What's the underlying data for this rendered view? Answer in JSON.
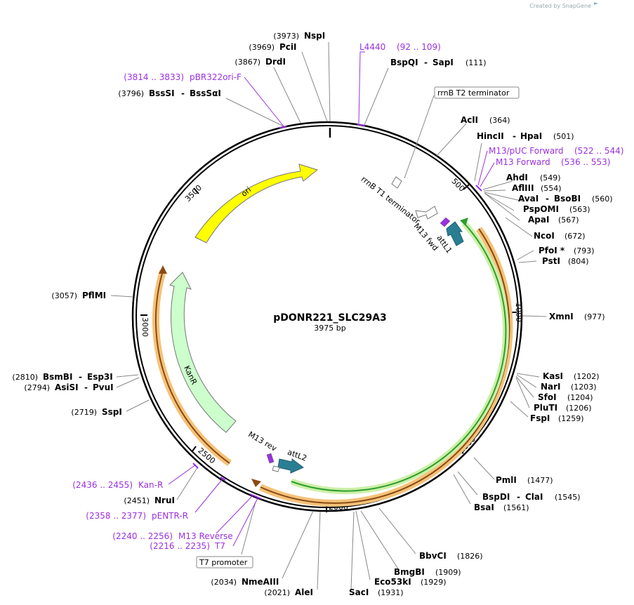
{
  "credit": "Created by SnapGene",
  "plasmid": {
    "name": "pDONR221_SLC29A3",
    "length_label": "3975 bp"
  },
  "ticks": [
    "500",
    "1000",
    "1500",
    "2000",
    "2500",
    "3000",
    "3500"
  ],
  "sites": [
    {
      "pos": "(3973)",
      "name": "NspI"
    },
    {
      "pos": "(3969)",
      "name": "PciI"
    },
    {
      "pos": "(3867)",
      "name": "DrdI"
    },
    {
      "pos": "(3796)",
      "name": "BssSI",
      "name2": "BssSαI"
    },
    {
      "name": "BspQI",
      "name2": "SapI",
      "pos": "(111)"
    },
    {
      "name": "AclI",
      "pos": "(364)"
    },
    {
      "name": "HincII",
      "name2": "HpaI",
      "pos": "(501)"
    },
    {
      "name": "AhdI",
      "pos": "(549)"
    },
    {
      "name": "AflIII",
      "pos": "(554)"
    },
    {
      "name": "AvaI",
      "name2": "BsoBI",
      "pos": "(560)"
    },
    {
      "name": "PspOMI",
      "pos": "(563)"
    },
    {
      "name": "ApaI",
      "pos": "(567)"
    },
    {
      "name": "NcoI",
      "pos": "(672)"
    },
    {
      "name": "PfoI *",
      "pos": "(793)"
    },
    {
      "name": "PstI",
      "pos": "(804)"
    },
    {
      "name": "XmnI",
      "pos": "(977)"
    },
    {
      "name": "KasI",
      "pos": "(1202)"
    },
    {
      "name": "NarI",
      "pos": "(1203)"
    },
    {
      "name": "SfoI",
      "pos": "(1204)"
    },
    {
      "name": "PluTI",
      "pos": "(1206)"
    },
    {
      "name": "FspI",
      "pos": "(1259)"
    },
    {
      "name": "PmlI",
      "pos": "(1477)"
    },
    {
      "name": "BspDI",
      "name2": "ClaI",
      "pos": "(1545)"
    },
    {
      "name": "BsaI",
      "pos": "(1561)"
    },
    {
      "name": "BbvCI",
      "pos": "(1826)"
    },
    {
      "name": "BmgBI",
      "pos": "(1909)"
    },
    {
      "name": "Eco53kI",
      "pos": "(1929)"
    },
    {
      "name": "SacI",
      "pos": "(1931)"
    },
    {
      "pos": "(2021)",
      "name": "AleI"
    },
    {
      "pos": "(2034)",
      "name": "NmeAIII"
    },
    {
      "pos": "(2451)",
      "name": "NruI"
    },
    {
      "pos": "(2719)",
      "name": "SspI"
    },
    {
      "pos": "(2794)",
      "name": "AsiSI",
      "name2": "PvuI"
    },
    {
      "pos": "(2810)",
      "name": "BsmBI",
      "name2": "Esp3I"
    },
    {
      "pos": "(3057)",
      "name": "PflMI"
    }
  ],
  "primers": [
    {
      "name": "L4440",
      "range": "(92 .. 109)"
    },
    {
      "name": "pBR322ori-F",
      "range": "(3814 .. 3833)"
    },
    {
      "name": "M13/pUC Forward",
      "range": "(522 .. 544)"
    },
    {
      "name": "M13 Forward",
      "range": "(536 .. 553)"
    },
    {
      "name": "Kan-R",
      "range": "(2436 .. 2455)"
    },
    {
      "name": "pENTR-R",
      "range": "(2358 .. 2377)"
    },
    {
      "name": "M13 Reverse",
      "range": "(2240 .. 2256)"
    },
    {
      "name": "T7",
      "range": "(2216 .. 2235)"
    }
  ],
  "boxed_labels": [
    "rrnB T2 terminator",
    "T7 promoter"
  ],
  "features": {
    "ori": "ori",
    "kanr": "KanR",
    "rrnb_t1": "rrnB T1 terminator",
    "m13_fwd": "M13 fwd",
    "attl1": "attL1",
    "m13_rev": "M13 rev",
    "attl2": "attL2"
  },
  "colors": {
    "ori": "#ffff00",
    "kanr": "#ccffcc",
    "att": "#2a7e93",
    "primer_site": "#9b30e0",
    "insert_green": "#2e9d2e",
    "insert_orange": "#f5c27a",
    "insert_brown": "#8b4a12"
  }
}
